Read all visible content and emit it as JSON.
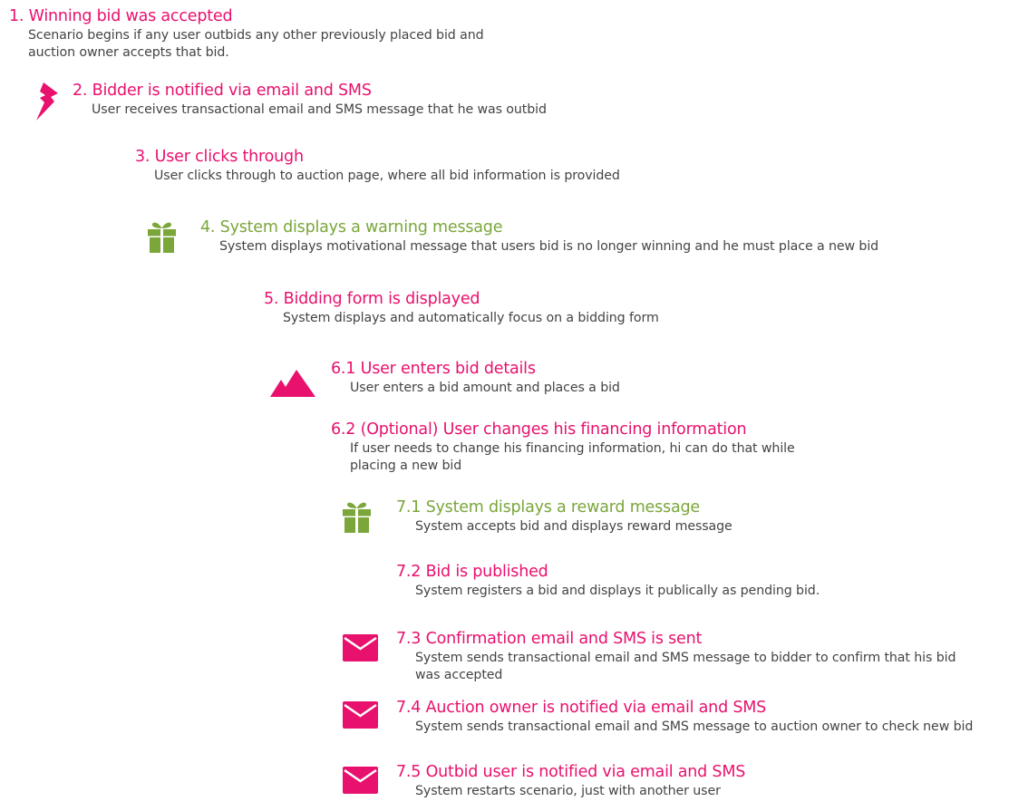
{
  "colors": {
    "pink": "#e8116e",
    "green": "#7aa63a",
    "text": "#444444"
  },
  "steps": [
    {
      "title": "1. Winning bid was accepted",
      "desc_lines": [
        "Scenario begins if any user outbids any other previously placed bid and",
        "auction owner accepts that bid."
      ],
      "color": "pink",
      "icon": ""
    },
    {
      "title": "2.  Bidder is notified via email and SMS",
      "desc_lines": [
        "User receives transactional email and SMS message that he was outbid"
      ],
      "color": "pink",
      "icon": "lightning-icon"
    },
    {
      "title": "3. User clicks through",
      "desc_lines": [
        "User clicks through to auction page, where all bid information is provided"
      ],
      "color": "pink",
      "icon": ""
    },
    {
      "title": "4. System displays a warning message",
      "desc_lines": [
        "System displays motivational message that users bid is no longer winning and he must place a new bid"
      ],
      "color": "green",
      "icon": "gift-icon"
    },
    {
      "title": "5. Bidding form is displayed",
      "desc_lines": [
        "System displays and automatically focus on a bidding form"
      ],
      "color": "pink",
      "icon": ""
    },
    {
      "title": "6.1 User enters bid details",
      "desc_lines": [
        "User enters a bid amount and places a bid"
      ],
      "color": "pink",
      "icon": "mountains-icon"
    },
    {
      "title": "6.2 (Optional) User changes his financing information",
      "desc_lines": [
        "If user needs to change his financing information, hi can do that while",
        "placing a new bid"
      ],
      "color": "pink",
      "icon": ""
    },
    {
      "title": "7.1 System displays a reward message",
      "desc_lines": [
        "System accepts bid and displays reward message"
      ],
      "color": "green",
      "icon": "gift-icon"
    },
    {
      "title": "7.2 Bid is published",
      "desc_lines": [
        "System registers a bid and displays it publically as pending bid."
      ],
      "color": "pink",
      "icon": ""
    },
    {
      "title": "7.3 Confirmation email and SMS is sent",
      "desc_lines": [
        "System sends transactional email and SMS message to bidder to confirm that his bid",
        "was accepted"
      ],
      "color": "pink",
      "icon": "envelope-icon"
    },
    {
      "title": "7.4 Auction owner is notified via email and SMS",
      "desc_lines": [
        "System sends transactional email and SMS message to auction owner to check new bid"
      ],
      "color": "pink",
      "icon": "envelope-icon"
    },
    {
      "title": "7.5 Outbid user is notified via email and SMS",
      "desc_lines": [
        "System restarts scenario, just with another user"
      ],
      "color": "pink",
      "icon": "envelope-icon"
    }
  ]
}
